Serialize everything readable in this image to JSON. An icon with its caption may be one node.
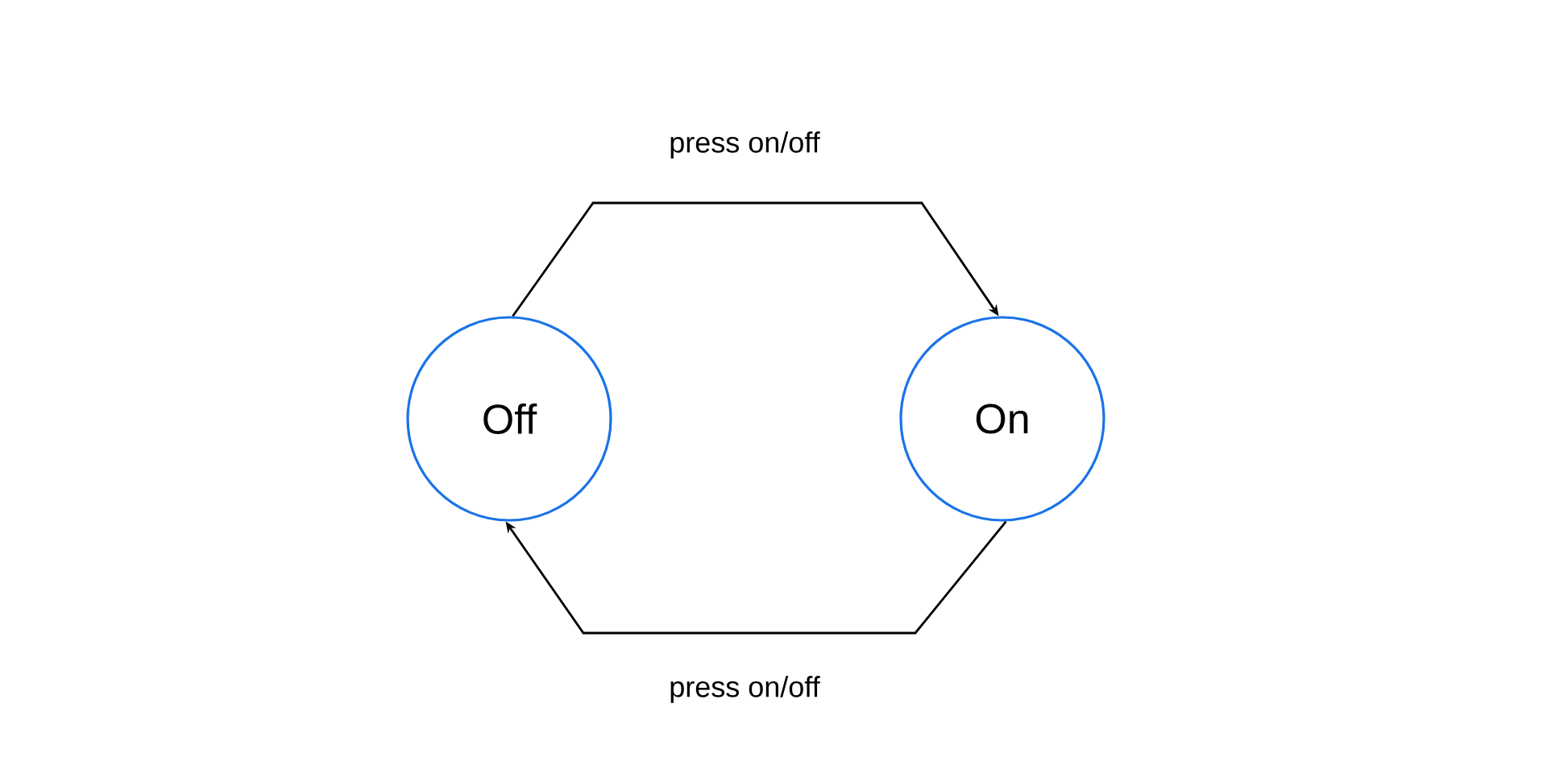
{
  "diagram": {
    "nodes": [
      {
        "text": [
          "Off"
        ]
      },
      {
        "text": [
          "On"
        ]
      }
    ],
    "edges": [
      {
        "from": 0,
        "to": 1,
        "arrow": "to",
        "label": "press on/off"
      },
      {
        "from": 1,
        "to": 0,
        "arrow": "to",
        "label": "press on/off"
      }
    ]
  }
}
